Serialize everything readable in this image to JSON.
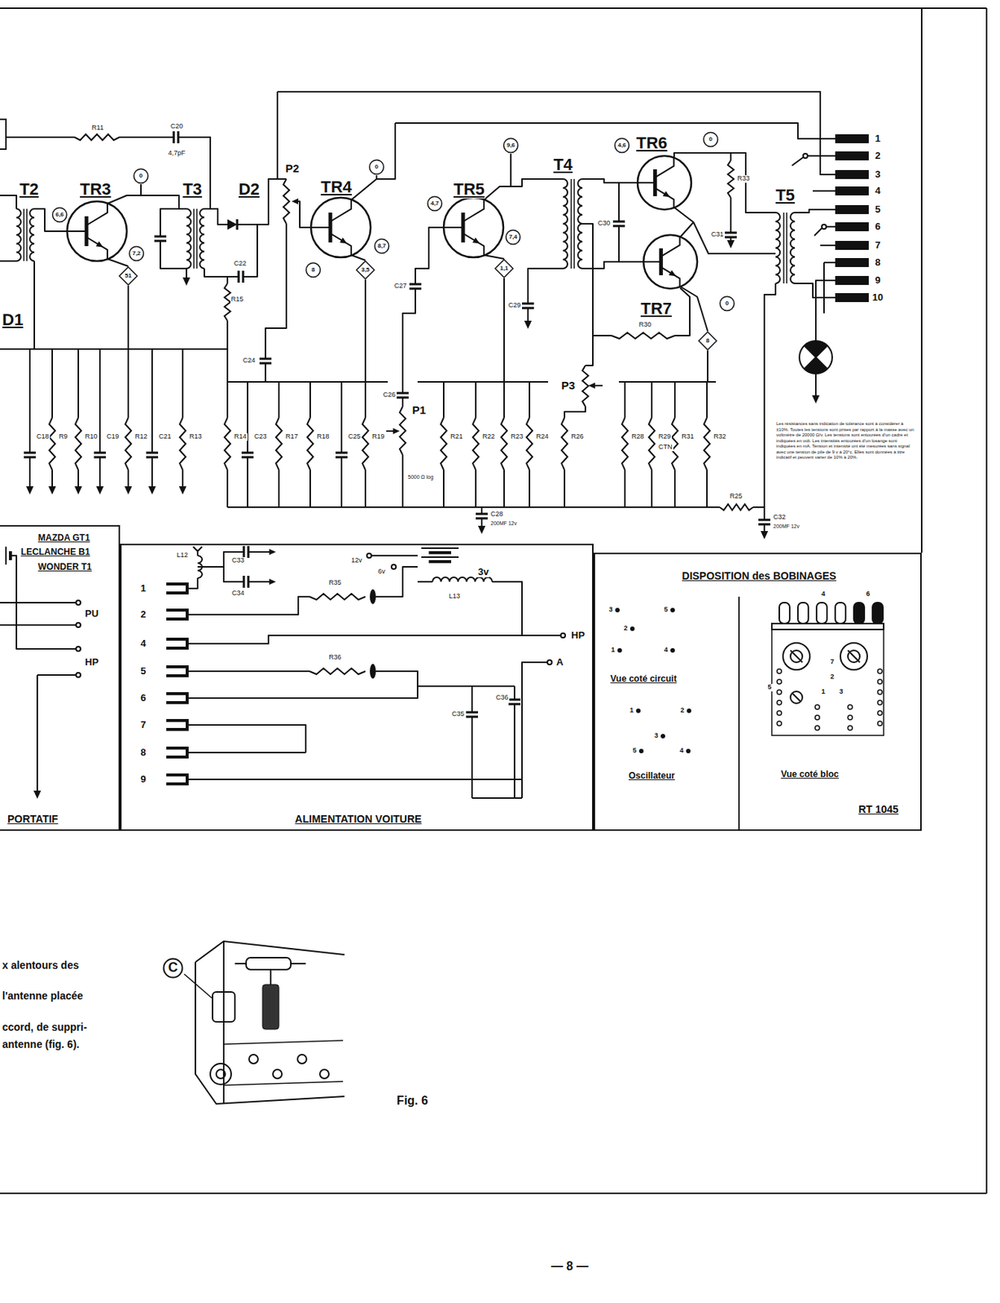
{
  "diagram": {
    "nodes": [
      {
        "text": [
          "6,6"
        ]
      },
      {
        "text": [
          "0"
        ]
      },
      {
        "text": [
          "7,2"
        ]
      },
      {
        "text": [
          "51"
        ]
      },
      {
        "text": [
          "8"
        ]
      },
      {
        "text": [
          "0"
        ]
      },
      {
        "text": [
          "8,7"
        ]
      },
      {
        "text": [
          "3,5"
        ]
      },
      {
        "text": [
          "4,7"
        ]
      },
      {
        "text": [
          "9,6"
        ]
      },
      {
        "text": [
          "7,4"
        ]
      },
      {
        "text": [
          "1,1"
        ]
      },
      {
        "text": [
          "4,6"
        ]
      },
      {
        "text": [
          "0"
        ]
      },
      {
        "text": [
          "0"
        ]
      },
      {
        "text": [
          "8"
        ]
      },
      {
        "text": [
          "PORTATIF"
        ]
      },
      {
        "text": [
          "ALIMENTATION VOITURE"
        ]
      },
      {
        "text": [
          "DISPOSITION des BOBINAGES"
        ]
      },
      {
        "text": [
          "C"
        ]
      }
    ],
    "labels": [
      "T2",
      "TR3",
      "T3",
      "D2",
      "TR4",
      "TR5",
      "T4",
      "TR6",
      "TR7",
      "T5",
      "D1",
      "R11",
      "C20",
      "4,7pF",
      "P2",
      "C22",
      "C30",
      "C31",
      "R33",
      "C27",
      "C29",
      "C24",
      "C26",
      "P1",
      "R15",
      "R30",
      "P3",
      "R25",
      "C28",
      "C32",
      "C18",
      "R9",
      "R10",
      "C19",
      "R12",
      "C21",
      "R13",
      "R14",
      "C23",
      "R17",
      "R18",
      "C25",
      "R19",
      "R21",
      "R22",
      "R23",
      "R24",
      "R26",
      "R28",
      "R29",
      "R31",
      "R32",
      "5000 Ω log",
      "CTN",
      "200MF 12v",
      "200MF 12v",
      "Les résistances sans indication de tolérance sont à considérer à ±10%. Toutes les tensions sont prises par rapport à la masse avec un voltmètre de 20000 Ω/v. Les tensions sont entourées d'un cadre et indiquées en volt. Les intensités entourées d'un losange sont indiquées en mA. Tension et intensité ont été mesurées sans signal avec une tension de pile de 9 v à 20°c. Elles sont données à titre indicatif et peuvent varier de 10% à 20%.",
      "1",
      "2",
      "3",
      "4",
      "5",
      "6",
      "7",
      "8",
      "9",
      "10",
      "MAZDA GT1",
      "LECLANCHE B1",
      "WONDER T1",
      "PU",
      "HP",
      "L12",
      "C33",
      "C34",
      "R35",
      "R36",
      "12v",
      "6v",
      "3v",
      "L13",
      "HP",
      "A",
      "C35",
      "C36",
      "1",
      "2",
      "4",
      "5",
      "6",
      "7",
      "8",
      "9",
      "Vue coté circuit",
      "Oscillateur",
      "Vue coté bloc",
      "RT 1045",
      "3",
      "5",
      "2",
      "1",
      "4",
      "1",
      "2",
      "3",
      "5",
      "4",
      "4",
      "6",
      "7",
      "5",
      "2",
      "1",
      "3",
      "x alentours des",
      "l'antenne placée",
      "ccord, de suppri-",
      "antenne (fig. 6).",
      "Fig. 6",
      "— 8 —"
    ]
  }
}
